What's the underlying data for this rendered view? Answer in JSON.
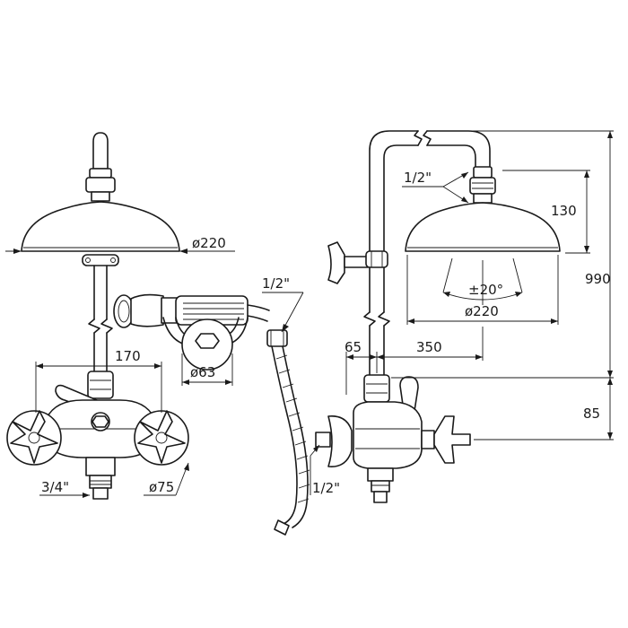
{
  "front_view": {
    "dims": {
      "shower_head_diameter": "ø220",
      "rose_diameter": "ø63",
      "mixer_centers": "170",
      "inlet_size": "3/4\"",
      "handle_diameter": "ø75"
    }
  },
  "hose": {
    "connection_size": "1/2\""
  },
  "side_view": {
    "dims": {
      "head_connection": "1/2\"",
      "head_height": "130",
      "total_height": "990",
      "swivel_angle": "±20°",
      "shower_head_diameter": "ø220",
      "wall_offset": "65",
      "arm_reach": "350",
      "mixer_height": "85",
      "outlet_connection": "1/2\""
    }
  },
  "colors": {
    "line": "#1a1a1a",
    "background": "#ffffff"
  }
}
